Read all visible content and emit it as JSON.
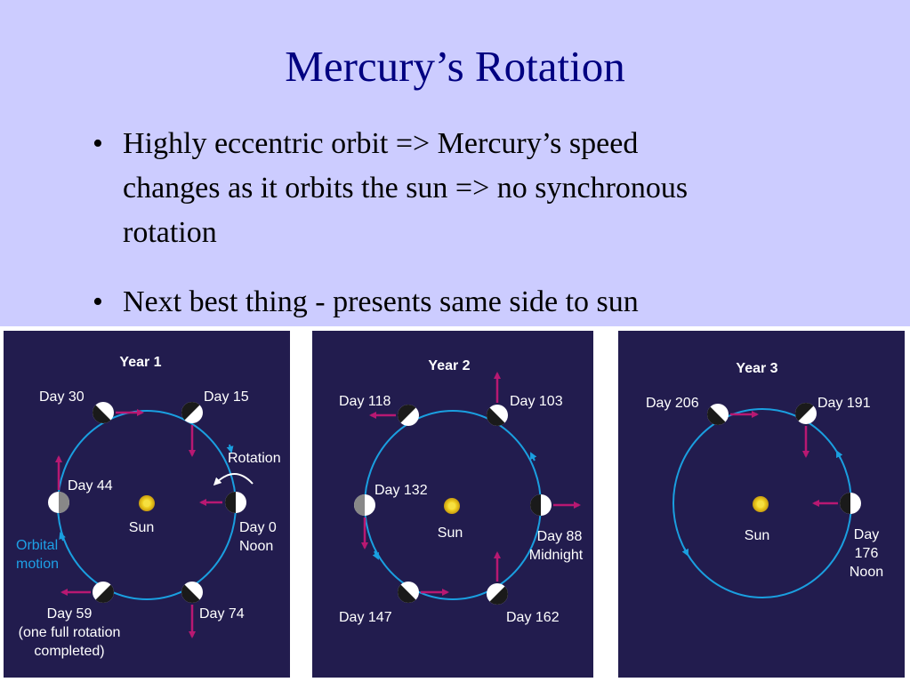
{
  "title": "Mercury’s Rotation",
  "bullets": [
    {
      "marker": "•",
      "text": "Highly eccentric orbit => Mercury’s speed\nchanges as it orbits the sun => no synchronous\nrotation"
    },
    {
      "marker": "•",
      "text": "Next best thing - presents same side to sun"
    }
  ],
  "colors": {
    "background_top": "#ccccff",
    "title": "#000080",
    "panel": "#221c4e",
    "orbit": "#1a9fe0",
    "arrow": "#b81872",
    "sun": "#f0d020"
  },
  "panels": [
    {
      "heading": "Year 1",
      "sun_label": "Sun",
      "labels": {
        "day0_a": "Day 0",
        "day0_b": "Noon",
        "day15": "Day 15",
        "day30": "Day 30",
        "day44": "Day 44",
        "day59_a": "Day 59",
        "day59_b": "(one full rotation",
        "day59_c": "completed)",
        "day74": "Day 74",
        "rotation": "Rotation",
        "orbital_a": "Orbital",
        "orbital_b": "motion"
      }
    },
    {
      "heading": "Year 2",
      "sun_label": "Sun",
      "labels": {
        "day88_a": "Day 88",
        "day88_b": "Midnight",
        "day103": "Day 103",
        "day118": "Day 118",
        "day132": "Day 132",
        "day147": "Day 147",
        "day162": "Day 162"
      }
    },
    {
      "heading": "Year 3",
      "sun_label": "Sun",
      "labels": {
        "day176_a": "Day",
        "day176_b": "176",
        "day176_c": "Noon",
        "day191": "Day 191",
        "day206": "Day 206"
      }
    }
  ]
}
